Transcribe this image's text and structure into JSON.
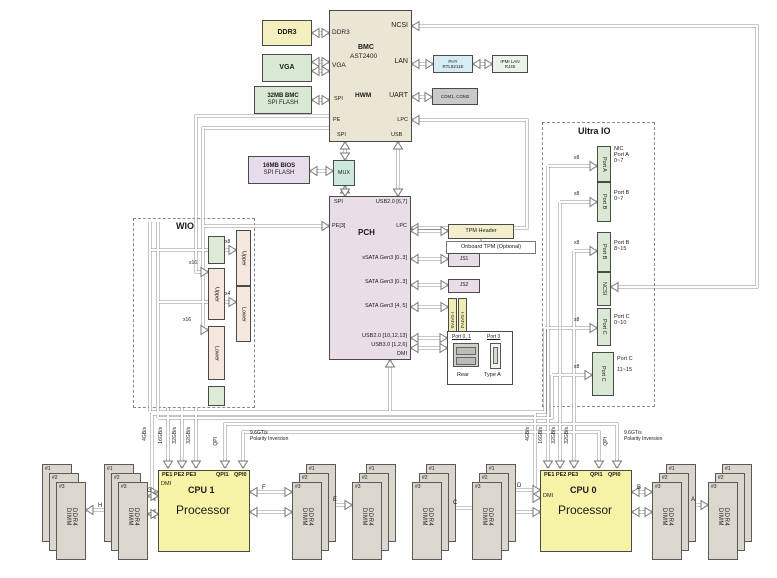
{
  "modules": {
    "ddr3": "DDR3",
    "vga": "VGA",
    "bmc_flash_1": "32MB BMC",
    "bmc_flash_2": "SPI FLASH",
    "bios_flash_1": "16MB BIOS",
    "bios_flash_2": "SPI FLASH",
    "mux": "MUX",
    "phy_1": "PHY",
    "phy_2": "RTL8211E",
    "ipmi_lan_1": "IPMI LAN",
    "ipmi_lan_2": "RJ45",
    "com": "COM1, COM2",
    "tpm_header": "TPM Header",
    "onboard_tpm": "Onboard TPM (Optional)",
    "js1": "JS1",
    "js2": "JS2",
    "isata5": "I-SATA5",
    "isata4": "I-SATA4"
  },
  "bmc": {
    "title": "BMC",
    "subtitle": "AST2400",
    "hwm": "HWM",
    "pin_ddr3": "DDR3",
    "pin_vga": "VGA",
    "pin_spi": "SPI",
    "pin_pe": "PE",
    "pin_ncsi": "NCSI",
    "pin_lan": "LAN",
    "pin_uart": "UART",
    "pin_lpc": "LPC",
    "pin_spi_b": "SPI",
    "pin_usb": "USB"
  },
  "pch": {
    "title": "PCH",
    "pin_spi": "SPI",
    "pin_usb2_67": "USB2.0 [6,7]",
    "pin_pe3": "PE[3]",
    "pin_lpc": "LPC",
    "pin_ssata": "sSATA Gen3 [0..3]",
    "pin_sata03": "SATA Gen3 [0..3]",
    "pin_sata45": "SATA Gen3 [4, 5]",
    "pin_usb2": "USB2.0 [10,12,13]",
    "pin_usb3": "USB3.0 [1,2,6]",
    "pin_dmi": "DMI"
  },
  "usb_panel": {
    "port01": "Port 0, 1",
    "port3": "Port 3",
    "rear": "Rear",
    "typea": "Type A"
  },
  "ultra_io": {
    "title": "Ultra IO",
    "lane": "x8",
    "ports": [
      {
        "name": "Port A",
        "l1": "NIC",
        "l2": "Port A",
        "l3": "0~7"
      },
      {
        "name": "Port B",
        "l2": "Port B",
        "l3": "0~7"
      },
      {
        "name": "Port B",
        "l2": "Port B",
        "l3": "8~15"
      },
      {
        "name": "NCSI"
      },
      {
        "name": "Port C",
        "l2": "Port C",
        "l3": "0~10"
      },
      {
        "name": "Port C",
        "l2": "Port C",
        "l3": "11~15"
      }
    ]
  },
  "wio": {
    "title": "WIO",
    "upper": "Upper",
    "lower": "Lower",
    "lane_x8": "x8",
    "lane_x16": "x16",
    "lane_x4": "x4"
  },
  "cpu1": {
    "name": "CPU 1",
    "label": "Processor",
    "pe": "PE1 PE2 PE3",
    "qpi1": "QPI1",
    "qpi0": "QPI0",
    "dmi": "DMI"
  },
  "cpu0": {
    "name": "CPU 0",
    "label": "Processor",
    "pe": "PE1 PE2 PE3",
    "qpi1": "QPI1",
    "qpi0": "QPI0",
    "dmi": "DMI"
  },
  "speeds": {
    "dmi": "4GB/s",
    "pe1": "16GB/s",
    "pe2": "32GB/s",
    "pe3": "32GB/s"
  },
  "qpi": {
    "label": "QPI",
    "note1": "9.6GT/s",
    "note2": "Polarity Inversion"
  },
  "dimm": {
    "n1": "#1",
    "n2": "#2",
    "n3": "#3",
    "label": "DDR4 DIMM"
  },
  "channels": {
    "a": "A",
    "b": "B",
    "c": "C",
    "d": "D",
    "e": "E",
    "f": "F",
    "g": "G",
    "h": "H"
  }
}
